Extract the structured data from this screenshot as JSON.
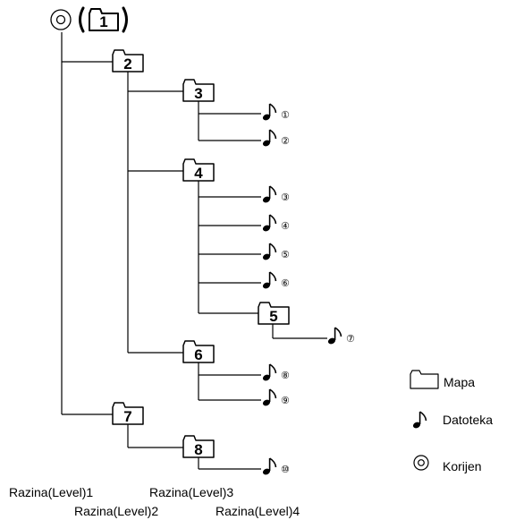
{
  "root": {
    "folder_number": "1"
  },
  "folders": [
    {
      "id": "f2",
      "number": "2"
    },
    {
      "id": "f3",
      "number": "3"
    },
    {
      "id": "f4",
      "number": "4"
    },
    {
      "id": "f5",
      "number": "5"
    },
    {
      "id": "f6",
      "number": "6"
    },
    {
      "id": "f7",
      "number": "7"
    },
    {
      "id": "f8",
      "number": "8"
    }
  ],
  "files": [
    "①",
    "②",
    "③",
    "④",
    "⑤",
    "⑥",
    "⑦",
    "⑧",
    "⑨",
    "⑩"
  ],
  "legend": {
    "folder": "Mapa",
    "file": "Datoteka",
    "root": "Korijen"
  },
  "levels": [
    "Razina(Level)1",
    "Razina(Level)2",
    "Razina(Level)3",
    "Razina(Level)4"
  ],
  "icons": {
    "folder": "folder-icon",
    "file": "music-note-icon",
    "root": "root-disc-icon"
  }
}
